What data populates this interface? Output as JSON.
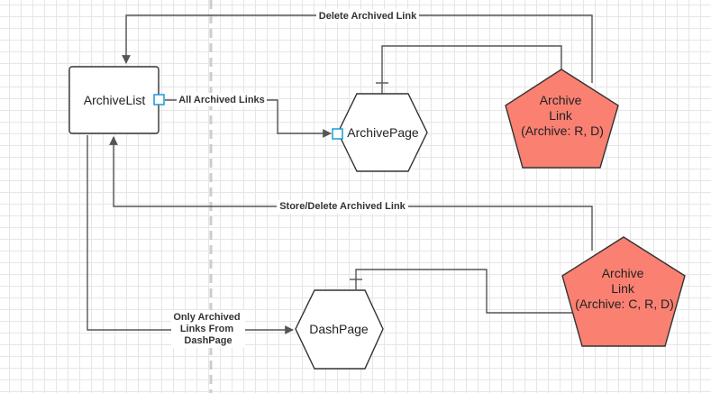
{
  "diagram": {
    "nodes": {
      "archive_list": {
        "label": "ArchiveList"
      },
      "archive_page": {
        "label": "ArchivePage"
      },
      "dash_page": {
        "label": "DashPage"
      },
      "archive_link_rd": {
        "lines": [
          "Archive",
          "Link",
          "(Archive: R, D)"
        ],
        "fill": "#fa8072"
      },
      "archive_link_crd": {
        "lines": [
          "Archive",
          "Link",
          "(Archive: C, R, D)"
        ],
        "fill": "#fa8072"
      }
    },
    "edges": {
      "delete_archived_link": {
        "label": "Delete Archived Link"
      },
      "all_archived_links": {
        "label": "All Archived Links"
      },
      "store_delete_archived_link": {
        "label": "Store/Delete Archived Link"
      },
      "only_archived_links": {
        "lines": [
          "Only Archived",
          "Links From",
          "DashPage"
        ]
      }
    },
    "colors": {
      "line": "#555555",
      "shape_stroke": "#333333",
      "port": "#1a9ad6",
      "divider": "#cccccc"
    }
  }
}
